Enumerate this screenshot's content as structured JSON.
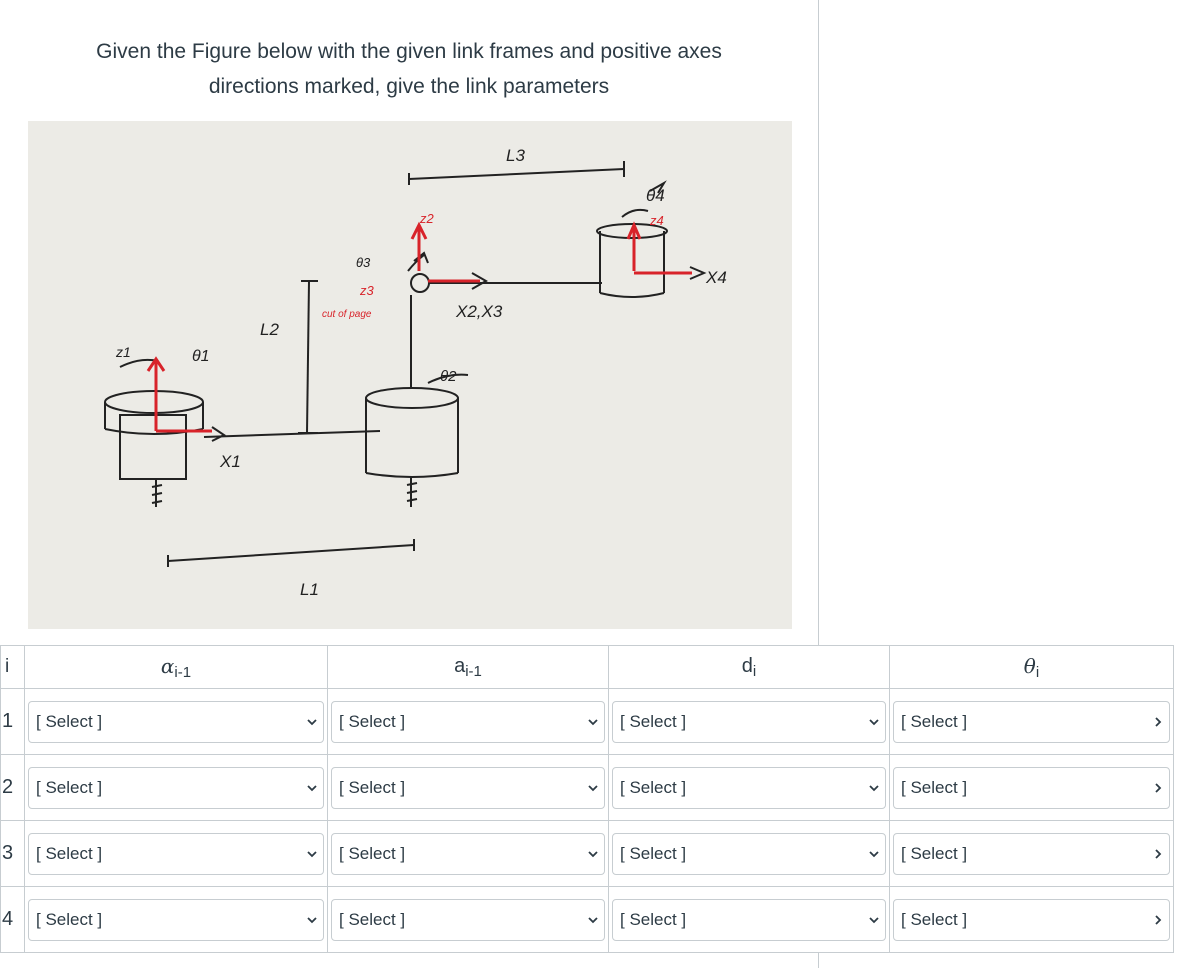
{
  "question": {
    "line1": "Given the Figure below with the given link frames and positive axes",
    "line2": "directions marked, give the link parameters"
  },
  "figure": {
    "labels": {
      "L3": "L3",
      "L2": "L2",
      "L1": "L1",
      "theta4": "θ4",
      "z4": "z4",
      "x4": "X4",
      "z2": "z2",
      "theta3": "θ3",
      "z3": "z3",
      "cut_of_page": "cut of page",
      "x2x3": "X2,X3",
      "theta2": "θ2",
      "z1": "z1",
      "theta1": "θ1",
      "x1": "X1"
    }
  },
  "table": {
    "headers": {
      "i": "i",
      "alpha": "α",
      "alpha_sub": "i-1",
      "a": "a",
      "a_sub": "i-1",
      "d": "d",
      "d_sub": "i",
      "theta": "θ",
      "theta_sub": "i"
    },
    "rows": [
      {
        "i": "1",
        "alpha": "[ Select ]",
        "a": "[ Select ]",
        "d": "[ Select ]",
        "theta": "[ Select ]"
      },
      {
        "i": "2",
        "alpha": "[ Select ]",
        "a": "[ Select ]",
        "d": "[ Select ]",
        "theta": "[ Select ]"
      },
      {
        "i": "3",
        "alpha": "[ Select ]",
        "a": "[ Select ]",
        "d": "[ Select ]",
        "theta": "[ Select ]"
      },
      {
        "i": "4",
        "alpha": "[ Select ]",
        "a": "[ Select ]",
        "d": "[ Select ]",
        "theta": "[ Select ]"
      }
    ]
  },
  "colors": {
    "ink": "#222222",
    "red_ink": "#d8232a",
    "border": "#c7cdd1"
  }
}
